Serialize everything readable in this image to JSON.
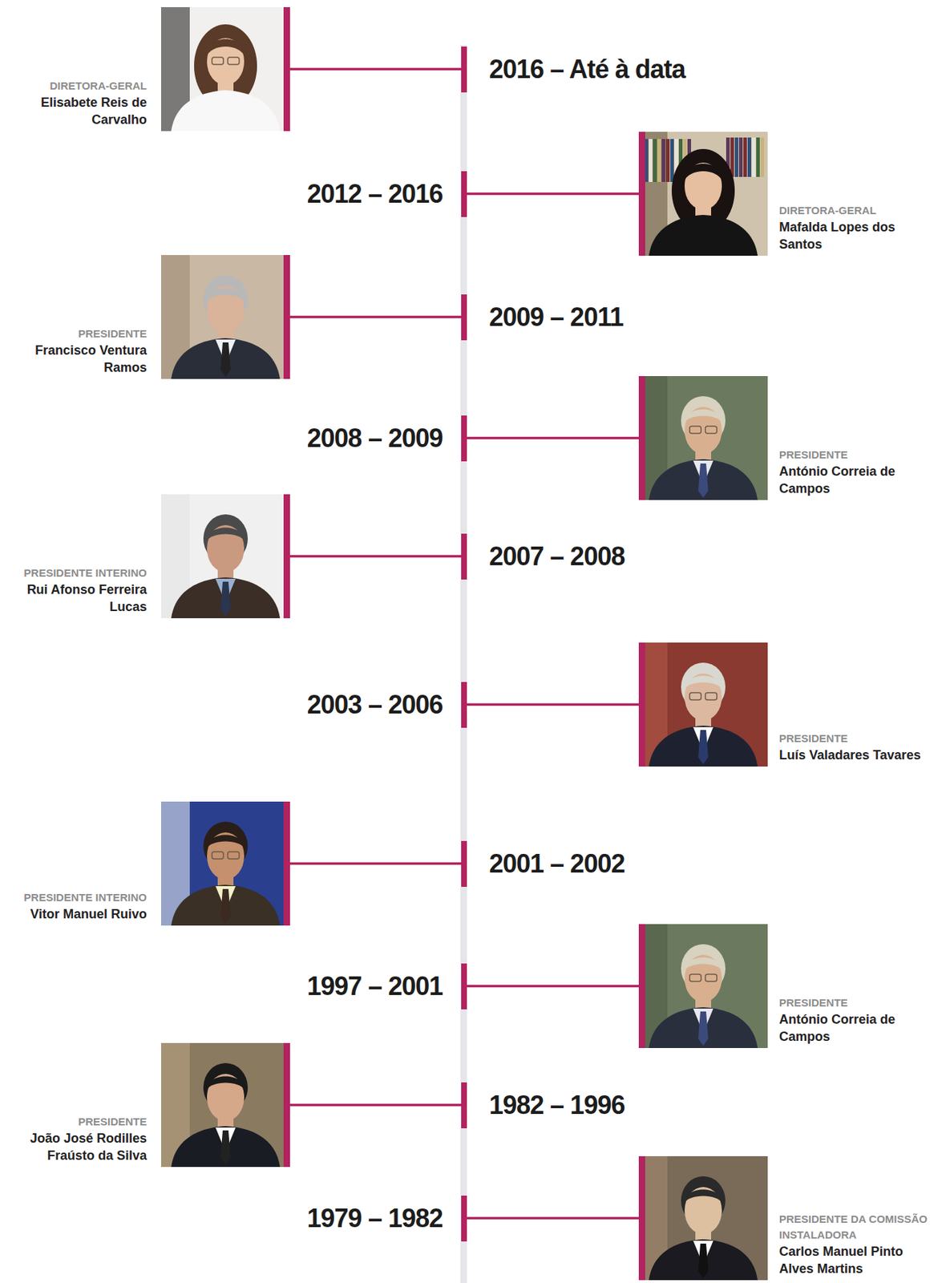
{
  "diagram": {
    "nodes": [
      {
        "text": [
          "DIRETORA-GERAL",
          "Elisabete Reis de Carvalho"
        ]
      },
      {
        "text": [
          "2016 – Até à data"
        ]
      },
      {
        "text": [
          "2012 – 2016"
        ]
      },
      {
        "text": [
          "DIRETORA-GERAL",
          "Mafalda Lopes dos Santos"
        ]
      },
      {
        "text": [
          "PRESIDENTE",
          "Francisco Ventura Ramos"
        ]
      },
      {
        "text": [
          "2009 – 2011"
        ]
      },
      {
        "text": [
          "2008 – 2009"
        ]
      },
      {
        "text": [
          "PRESIDENTE",
          "António Correia de Campos"
        ]
      },
      {
        "text": [
          "PRESIDENTE INTERINO",
          "Rui Afonso Ferreira Lucas"
        ]
      },
      {
        "text": [
          "2007 – 2008"
        ]
      },
      {
        "text": [
          "2003 – 2006"
        ]
      },
      {
        "text": [
          "PRESIDENTE",
          "Luís Valadares Tavares"
        ]
      },
      {
        "text": [
          "PRESIDENTE INTERINO",
          "Vitor Manuel Ruivo"
        ]
      },
      {
        "text": [
          "2001 – 2002"
        ]
      },
      {
        "text": [
          "1997 – 2001"
        ]
      },
      {
        "text": [
          "PRESIDENTE",
          "António Correia de Campos"
        ]
      },
      {
        "text": [
          "PRESIDENTE",
          "João José Rodilles Fraústo da Silva"
        ]
      },
      {
        "text": [
          "1982 – 1996"
        ]
      },
      {
        "text": [
          "1979 – 1982"
        ]
      },
      {
        "text": [
          "PRESIDENTE DA COMISSÃO INSTALADORA",
          "Carlos Manuel Pinto Alves Martins"
        ]
      }
    ],
    "edges": [
      {
        "from": 0,
        "to": 1,
        "arrow": "none"
      },
      {
        "from": 3,
        "to": 2,
        "arrow": "none"
      },
      {
        "from": 4,
        "to": 5,
        "arrow": "none"
      },
      {
        "from": 7,
        "to": 6,
        "arrow": "none"
      },
      {
        "from": 8,
        "to": 9,
        "arrow": "none"
      },
      {
        "from": 11,
        "to": 10,
        "arrow": "none"
      },
      {
        "from": 12,
        "to": 13,
        "arrow": "none"
      },
      {
        "from": 15,
        "to": 14,
        "arrow": "none"
      },
      {
        "from": 16,
        "to": 17,
        "arrow": "none"
      },
      {
        "from": 19,
        "to": 18,
        "arrow": "none"
      }
    ]
  }
}
